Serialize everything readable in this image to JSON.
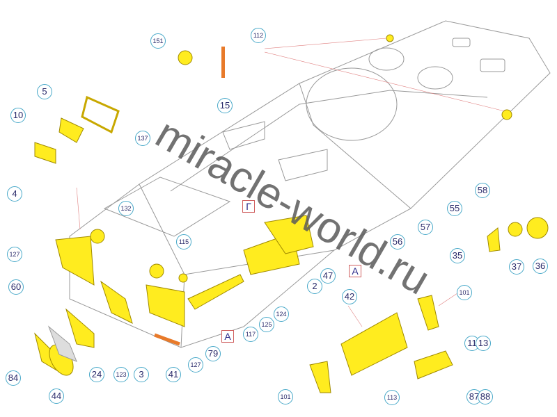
{
  "watermark": "miracle-world.ru",
  "callouts": [
    "151",
    "112",
    "15",
    "5",
    "10",
    "137",
    "4",
    "132",
    "127",
    "115",
    "60",
    "84",
    "44",
    "24",
    "123",
    "3",
    "41",
    "127",
    "79",
    "117",
    "125",
    "124",
    "2",
    "47",
    "58",
    "55",
    "57",
    "56",
    "35",
    "37",
    "36",
    "42",
    "101",
    "101",
    "113",
    "11",
    "13",
    "87",
    "88"
  ],
  "view_markers": [
    "Г",
    "A",
    "A"
  ],
  "colors": {
    "part": "#ffec1f",
    "outline": "#888888",
    "leader": "#e08080",
    "callout_border": "#49a9c9"
  }
}
